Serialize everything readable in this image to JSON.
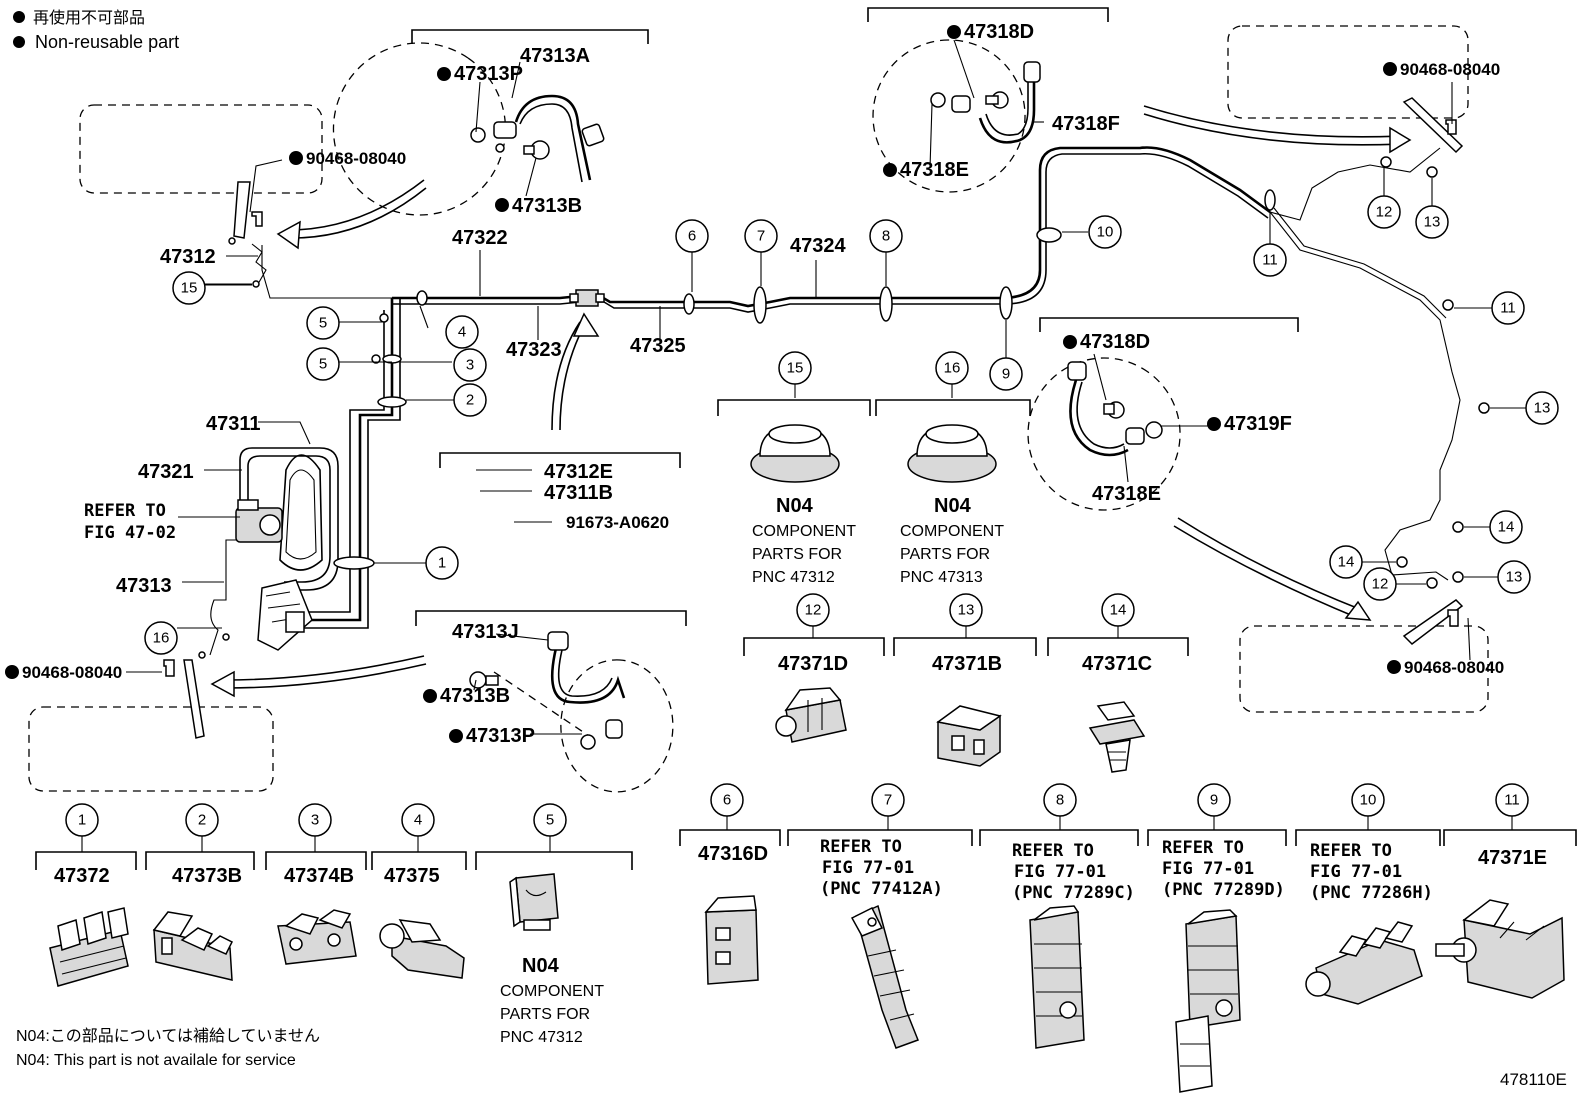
{
  "legend": {
    "bullet_ja": "再使用不可部品",
    "bullet_en": "Non-reusable part",
    "n04_ja": "N04:この部品については補給していません",
    "n04_en": "N04: This part is not availale for service"
  },
  "figure_id": "478110E",
  "parts": {
    "p47313A": "47313A",
    "p47313P_top": "47313P",
    "p47313B_top": "47313B",
    "p90468_tl": "90468-08040",
    "p47312": "47312",
    "p47322": "47322",
    "p47323": "47323",
    "p47325": "47325",
    "p47324": "47324",
    "p47318D_top": "47318D",
    "p47318F": "47318F",
    "p47318E_top": "47318E",
    "p90468_tr": "90468-08040",
    "p47311": "47311",
    "p47321": "47321",
    "refer_main": "REFER TO",
    "refer_fig": "FIG 47-02",
    "p47313": "47313",
    "p90468_left": "90468-08040",
    "p47312E": "47312E",
    "p47311B": "47311B",
    "p91673": "91673-A0620",
    "p47313J": "47313J",
    "p47313B_bot": "47313B",
    "p47313P_bot": "47313P",
    "p47318D_mid": "47318D",
    "p47319F": "47319F",
    "p47318E_mid": "47318E",
    "p90468_br": "90468-08040",
    "n04": "N04",
    "component": "COMPONENT",
    "parts_for": "PARTS FOR",
    "pnc47312": "PNC 47312",
    "pnc47313": "PNC 47313",
    "p47371D": "47371D",
    "p47371B": "47371B",
    "p47371C": "47371C",
    "p47372": "47372",
    "p47373B": "47373B",
    "p47374B": "47374B",
    "p47375": "47375",
    "p47316D": "47316D",
    "p47371E": "47371E",
    "refer_to": "REFER TO",
    "fig7701": "FIG 77-01",
    "pnc77412A": "(PNC 77412A)",
    "pnc77289C": "(PNC 77289C)",
    "pnc77289D": "(PNC 77289D)",
    "pnc77286H": "(PNC 77286H)"
  },
  "callouts": {
    "c1": "1",
    "c2": "2",
    "c3": "3",
    "c4": "4",
    "c5": "5",
    "c6": "6",
    "c7": "7",
    "c8": "8",
    "c9": "9",
    "c10": "10",
    "c11": "11",
    "c12": "12",
    "c13": "13",
    "c14": "14",
    "c15": "15",
    "c16": "16"
  }
}
